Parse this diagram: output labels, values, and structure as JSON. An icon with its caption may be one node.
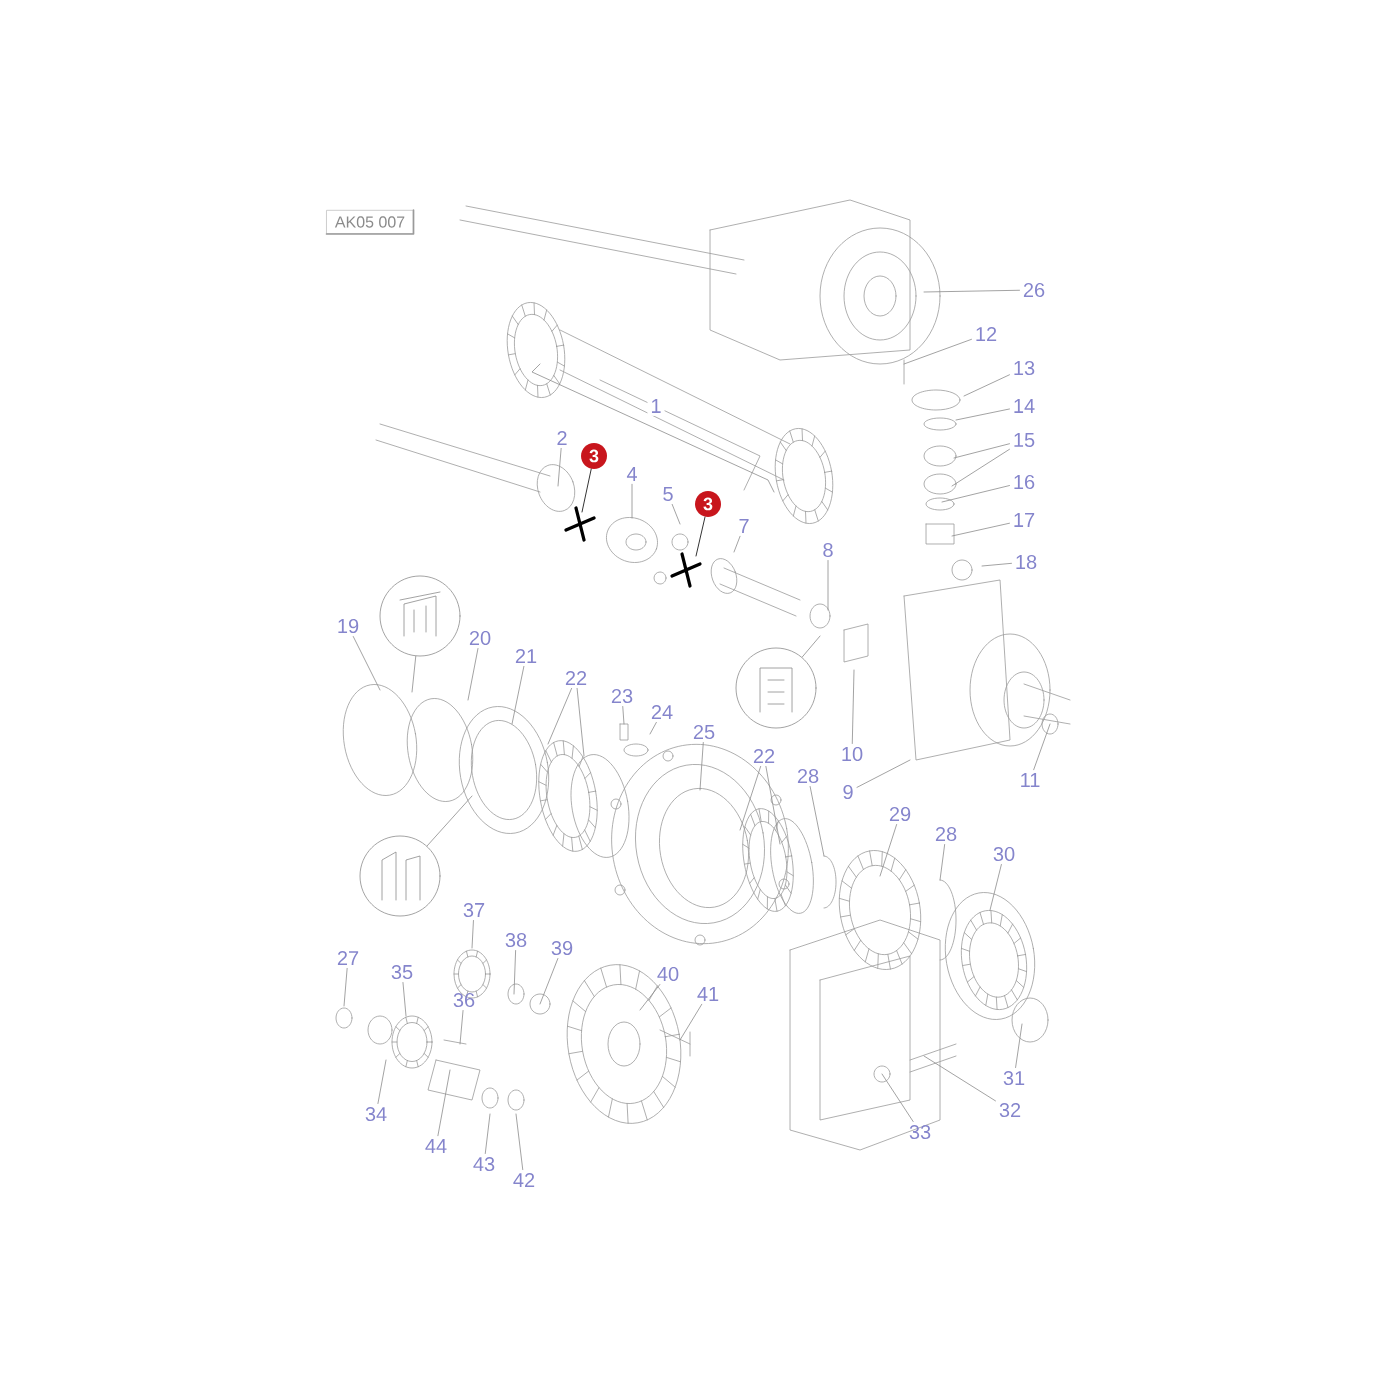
{
  "diagram": {
    "nodes": [
      {
        "text": [
          "AK05 007"
        ]
      },
      {
        "text": [
          "26"
        ]
      },
      {
        "text": [
          "12"
        ]
      },
      {
        "text": [
          "13"
        ]
      },
      {
        "text": [
          "14"
        ]
      },
      {
        "text": [
          "15"
        ]
      },
      {
        "text": [
          "2"
        ]
      },
      {
        "text": [
          "3"
        ]
      },
      {
        "text": [
          "16"
        ]
      },
      {
        "text": [
          "4"
        ]
      },
      {
        "text": [
          "5"
        ]
      },
      {
        "text": [
          "3"
        ]
      },
      {
        "text": [
          "7"
        ]
      },
      {
        "text": [
          "17"
        ]
      },
      {
        "text": [
          "8"
        ]
      },
      {
        "text": [
          "18"
        ]
      },
      {
        "text": [],
        "shape": "circle"
      },
      {
        "text": [
          "19"
        ]
      },
      {
        "text": [
          "20"
        ]
      },
      {
        "text": [
          "21"
        ]
      },
      {
        "text": [],
        "shape": "circle"
      },
      {
        "text": [
          "22"
        ]
      },
      {
        "text": [
          "23"
        ]
      },
      {
        "text": [
          "24"
        ]
      },
      {
        "text": [
          "25"
        ]
      },
      {
        "text": [
          "10"
        ]
      },
      {
        "text": [
          "22"
        ]
      },
      {
        "text": [
          "28"
        ]
      },
      {
        "text": [
          "11"
        ]
      },
      {
        "text": [
          "9"
        ]
      },
      {
        "text": [
          "29"
        ]
      },
      {
        "text": [
          "28"
        ]
      },
      {
        "text": [
          "30"
        ]
      },
      {
        "text": [],
        "shape": "circle"
      },
      {
        "text": [
          "37"
        ]
      },
      {
        "text": [
          "38"
        ]
      },
      {
        "text": [
          "39"
        ]
      },
      {
        "text": [
          "27"
        ]
      },
      {
        "text": [
          "40"
        ]
      },
      {
        "text": [
          "35"
        ]
      },
      {
        "text": [
          "41"
        ]
      },
      {
        "text": [
          "36"
        ]
      },
      {
        "text": [
          "31"
        ]
      },
      {
        "text": [
          "32"
        ]
      },
      {
        "text": [
          "34"
        ]
      },
      {
        "text": [
          "33"
        ]
      },
      {
        "text": [
          "44"
        ]
      },
      {
        "text": [
          "43"
        ]
      },
      {
        "text": [
          "42"
        ]
      }
    ],
    "edges": [
      {
        "from": 1,
        "to": null,
        "arrow": "none"
      },
      {
        "from": 2,
        "to": null,
        "arrow": "none"
      },
      {
        "from": 3,
        "to": null,
        "arrow": "none"
      },
      {
        "from": 4,
        "to": null,
        "arrow": "none"
      },
      {
        "from": 5,
        "to": null,
        "arrow": "none"
      },
      {
        "from": 5,
        "to": null,
        "arrow": "none"
      },
      {
        "from": 6,
        "to": null,
        "arrow": "none"
      },
      {
        "from": 7,
        "to": null,
        "arrow": "none",
        "color": "#000000"
      },
      {
        "from": 8,
        "to": null,
        "arrow": "none"
      },
      {
        "from": 9,
        "to": null,
        "arrow": "none"
      },
      {
        "from": 10,
        "to": null,
        "arrow": "none"
      },
      {
        "from": 11,
        "to": null,
        "arrow": "none",
        "color": "#000000"
      },
      {
        "from": 12,
        "to": null,
        "arrow": "none"
      },
      {
        "from": 13,
        "to": null,
        "arrow": "none"
      },
      {
        "from": 14,
        "to": null,
        "arrow": "none"
      },
      {
        "from": 15,
        "to": null,
        "arrow": "none"
      },
      {
        "from": 16,
        "to": null,
        "arrow": "none"
      },
      {
        "from": 17,
        "to": null,
        "arrow": "none"
      },
      {
        "from": 18,
        "to": null,
        "arrow": "none"
      },
      {
        "from": 19,
        "to": null,
        "arrow": "none"
      },
      {
        "from": 20,
        "to": null,
        "arrow": "none"
      },
      {
        "from": 21,
        "to": null,
        "arrow": "none"
      },
      {
        "from": 21,
        "to": null,
        "arrow": "none"
      },
      {
        "from": 22,
        "to": null,
        "arrow": "none"
      },
      {
        "from": 23,
        "to": null,
        "arrow": "none"
      },
      {
        "from": 24,
        "to": null,
        "arrow": "none"
      },
      {
        "from": 25,
        "to": null,
        "arrow": "none"
      },
      {
        "from": 26,
        "to": null,
        "arrow": "none"
      },
      {
        "from": 26,
        "to": null,
        "arrow": "none"
      },
      {
        "from": 27,
        "to": null,
        "arrow": "none"
      },
      {
        "from": 28,
        "to": null,
        "arrow": "none"
      },
      {
        "from": 29,
        "to": null,
        "arrow": "none"
      },
      {
        "from": 30,
        "to": null,
        "arrow": "none"
      },
      {
        "from": 31,
        "to": null,
        "arrow": "none"
      },
      {
        "from": 32,
        "to": null,
        "arrow": "none"
      },
      {
        "from": 33,
        "to": null,
        "arrow": "none"
      },
      {
        "from": 34,
        "to": null,
        "arrow": "none"
      },
      {
        "from": 35,
        "to": null,
        "arrow": "none"
      },
      {
        "from": 36,
        "to": null,
        "arrow": "none"
      },
      {
        "from": 37,
        "to": null,
        "arrow": "none"
      },
      {
        "from": 38,
        "to": null,
        "arrow": "none"
      },
      {
        "from": 39,
        "to": null,
        "arrow": "none"
      },
      {
        "from": 40,
        "to": null,
        "arrow": "none"
      },
      {
        "from": 41,
        "to": null,
        "arrow": "none"
      },
      {
        "from": 42,
        "to": null,
        "arrow": "none"
      },
      {
        "from": 43,
        "to": null,
        "arrow": "none"
      },
      {
        "from": 44,
        "to": null,
        "arrow": "none"
      },
      {
        "from": 45,
        "to": null,
        "arrow": "none"
      },
      {
        "from": 46,
        "to": null,
        "arrow": "none"
      },
      {
        "from": 47,
        "to": null,
        "arrow": "none"
      },
      {
        "from": 48,
        "to": null,
        "arrow": "none"
      }
    ],
    "labels": [
      "1"
    ]
  }
}
